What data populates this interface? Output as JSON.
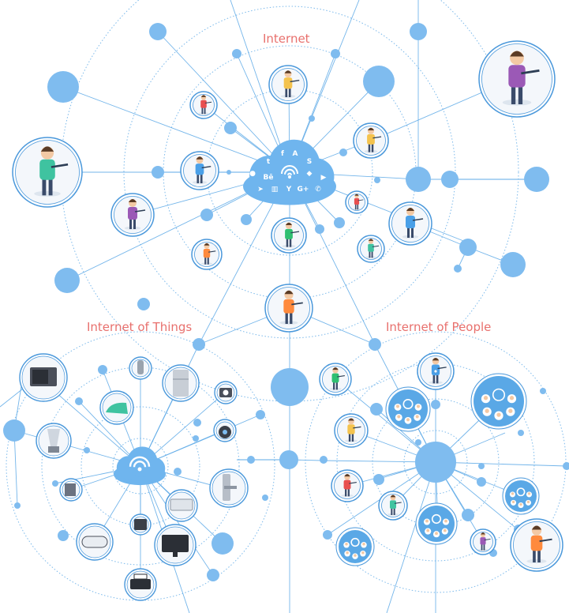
{
  "labels": {
    "internet": "Internet",
    "iot": "Internet of Things",
    "iop": "Internet of People"
  },
  "colors": {
    "line": "#5aa8e6",
    "dot": "#7fbcef",
    "ring": "#4a98db",
    "label": "#e8706d",
    "cloud": "#6fb5ee"
  },
  "cloud_icons": [
    "twitter-icon",
    "facebook-icon",
    "airbnb-icon",
    "skype-icon",
    "behance-icon",
    "wifi-icon",
    "dropbox-icon",
    "youtube-icon",
    "chat-icon",
    "telegram-icon",
    "trello-icon",
    "ycombinator-icon",
    "google-plus-icon",
    "whatsapp-icon"
  ],
  "cloud_glyphs": [
    "t",
    "f",
    "A",
    "S",
    "Bē",
    "wifi",
    "◆",
    "▶",
    "●",
    "➤",
    "▥",
    "Y",
    "G+",
    "✆"
  ],
  "iot_devices": [
    "microwave-icon",
    "blender-icon",
    "iron-icon",
    "sensor-icon",
    "fridge-icon",
    "camera-icon",
    "cctv-icon",
    "door-lock-icon",
    "air-conditioner-icon",
    "speaker-icon",
    "monitor-icon",
    "gamepad-icon",
    "coffee-machine-icon",
    "printer-icon"
  ],
  "iop_groups": [
    "tools-group-icon",
    "medical-group-icon",
    "dental-group-icon",
    "school-group-icon",
    "craft-group-icon",
    "washing-group-icon"
  ]
}
